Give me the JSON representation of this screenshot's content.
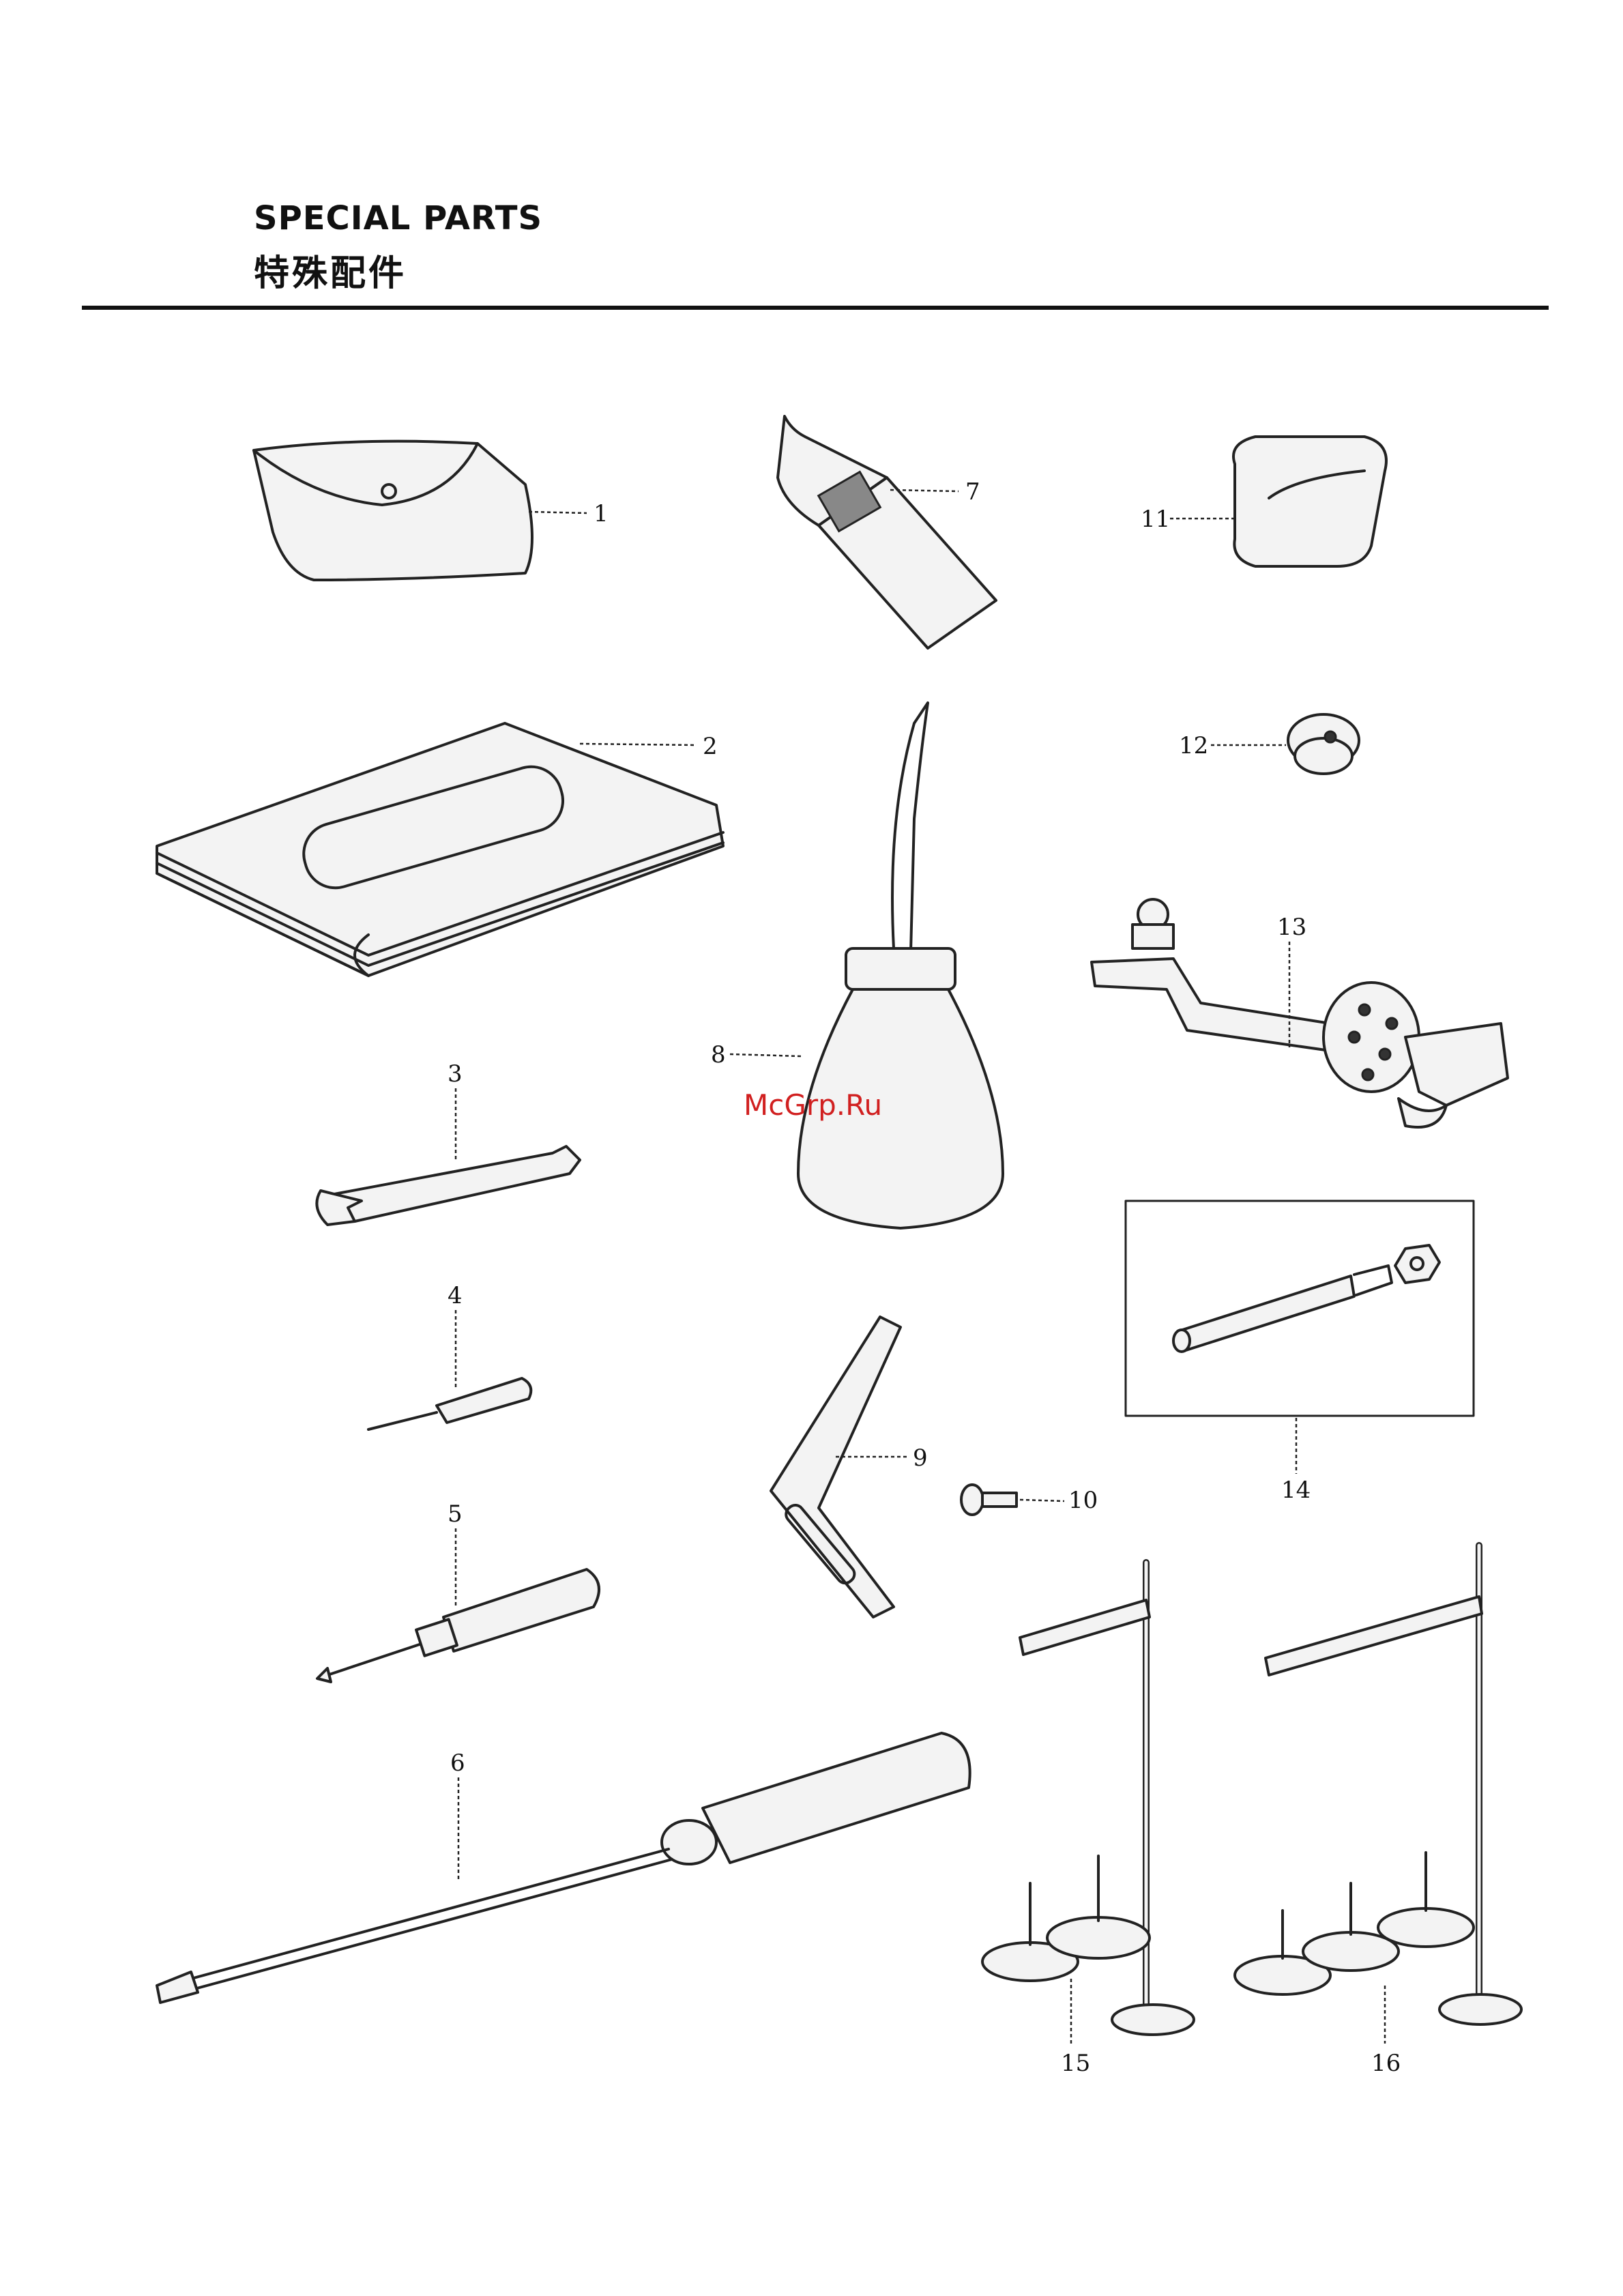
{
  "header": {
    "title_en": "SPECIAL PARTS",
    "title_cn": "特殊配件"
  },
  "watermark": "McGrp.Ru",
  "callouts": {
    "c1": "1",
    "c2": "2",
    "c3": "3",
    "c4": "4",
    "c5": "5",
    "c6": "6",
    "c7": "7",
    "c8": "8",
    "c9": "9",
    "c10": "10",
    "c11": "11",
    "c12": "12",
    "c13": "13",
    "c14": "14",
    "c15": "15",
    "c16": "16"
  }
}
